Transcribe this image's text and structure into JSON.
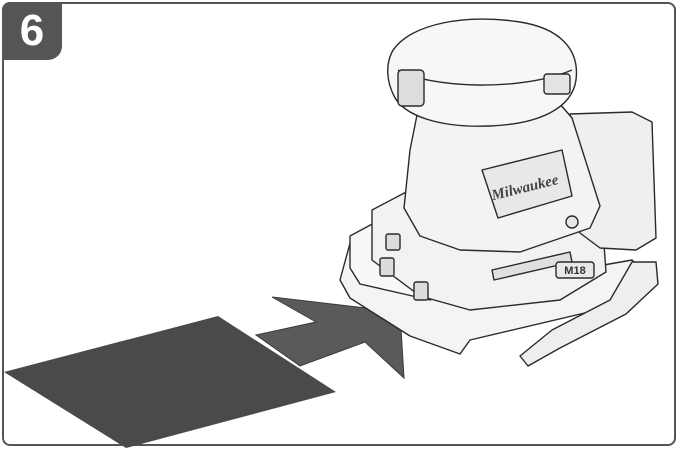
{
  "step": {
    "number": "6"
  },
  "sander": {
    "brand_mark": "Milwaukee",
    "voltage_mark": "M18"
  },
  "colors": {
    "frame": "#555555",
    "sandpaper": "#4a4a4a",
    "arrow": "#5a5a5a",
    "tool_outline": "#2a2a2a",
    "tool_fill": "#f4f4f4"
  },
  "icons": {
    "arrow": "arrow-right-icon"
  }
}
